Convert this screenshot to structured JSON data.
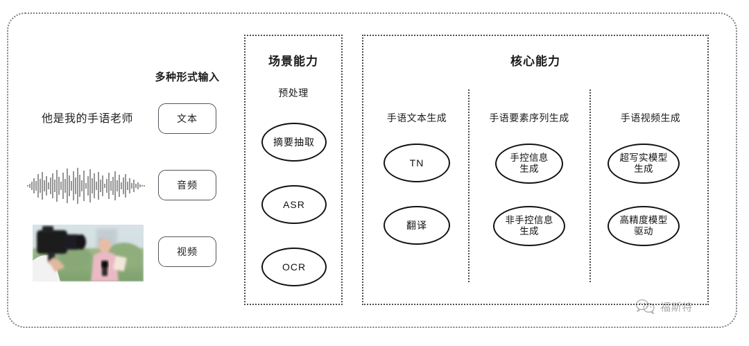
{
  "frame": {
    "border_color": "#7d7d87"
  },
  "input_section": {
    "caption": "多种形式输入",
    "sample_text": "他是我的手语老师",
    "modalities": [
      {
        "label": "文本",
        "icon": "text-icon"
      },
      {
        "label": "音频",
        "icon": "audio-waveform-icon"
      },
      {
        "label": "视频",
        "icon": "video-thumbnail-icon"
      }
    ]
  },
  "scene_panel": {
    "title": "场景能力",
    "group_label": "预处理",
    "nodes": [
      {
        "label": "摘要抽取",
        "lines": [
          "摘要抽取"
        ]
      },
      {
        "label": "ASR",
        "lines": [
          "ASR"
        ]
      },
      {
        "label": "OCR",
        "lines": [
          "OCR"
        ]
      }
    ]
  },
  "core_panel": {
    "title": "核心能力",
    "columns": [
      {
        "header": "手语文本生成",
        "nodes": [
          {
            "label": "TN",
            "lines": [
              "TN"
            ]
          },
          {
            "label": "翻译",
            "lines": [
              "翻译"
            ]
          }
        ]
      },
      {
        "header": "手语要素序列生成",
        "nodes": [
          {
            "label": "手控信息生成",
            "lines": [
              "手控信息",
              "生成"
            ]
          },
          {
            "label": "非手控信息生成",
            "lines": [
              "非手控信息",
              "生成"
            ]
          }
        ]
      },
      {
        "header": "手语视频生成",
        "nodes": [
          {
            "label": "超写实模型生成",
            "lines": [
              "超写实模型",
              "生成"
            ]
          },
          {
            "label": "高精度模型驱动",
            "lines": [
              "高精度模型",
              "驱动"
            ]
          }
        ]
      }
    ]
  },
  "watermark": {
    "text": "福斯特",
    "icon": "wechat-bubbles-icon"
  }
}
